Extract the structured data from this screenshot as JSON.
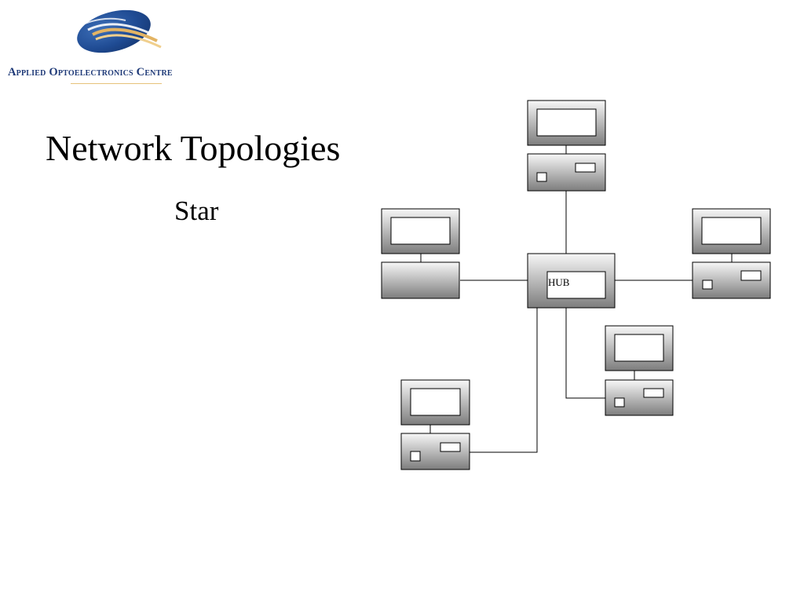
{
  "brand": {
    "name": "Applied Optoelectronics Centre",
    "logo_icon": "swoosh-globe-logo",
    "colors": {
      "navy": "#1f3a78",
      "gold": "#e3b464"
    }
  },
  "slide": {
    "title": "Network Topologies",
    "subtitle": "Star"
  },
  "diagram": {
    "type": "star-network",
    "hub_label": "HUB",
    "computer_count": 5,
    "colors": {
      "box_top": "#f7f7f7",
      "box_bottom": "#7d7d7d",
      "line": "#000000"
    }
  }
}
